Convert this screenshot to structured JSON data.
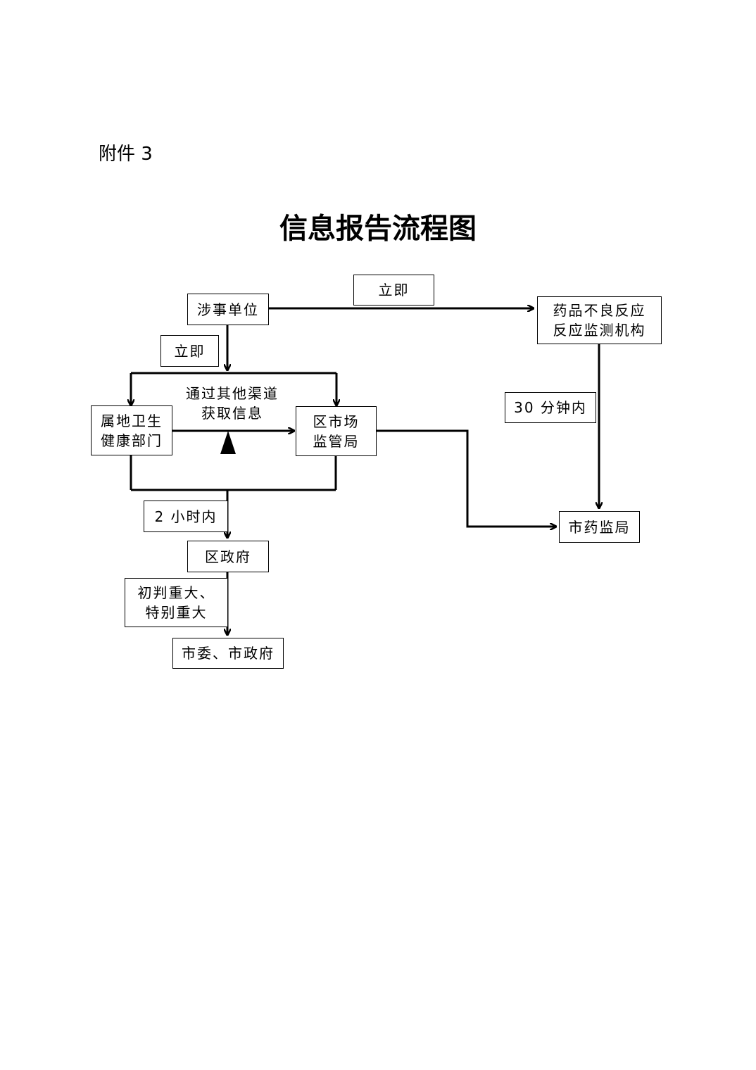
{
  "page": {
    "attachment_label": "附件 3",
    "title": "信息报告流程图"
  },
  "nodes": {
    "reporting_unit": "涉事单位",
    "adr_monitor_line1": "药品不良反应",
    "adr_monitor_line2": "反应监测机构",
    "health_dept_line1": "属地卫生",
    "health_dept_line2": "健康部门",
    "district_market_line1": "区市场",
    "district_market_line2": "监管局",
    "city_drug_bureau": "市药监局",
    "district_gov": "区政府",
    "city_gov": "市委、市政府"
  },
  "edge_labels": {
    "immediate_top": "立即",
    "immediate_left": "立即",
    "within_30min": "30 分钟内",
    "within_2h": "2 小时内",
    "major_line1": "初判重大、",
    "major_line2": "特别重大",
    "other_channels_line1": "通过其他渠道",
    "other_channels_line2": "获取信息"
  }
}
